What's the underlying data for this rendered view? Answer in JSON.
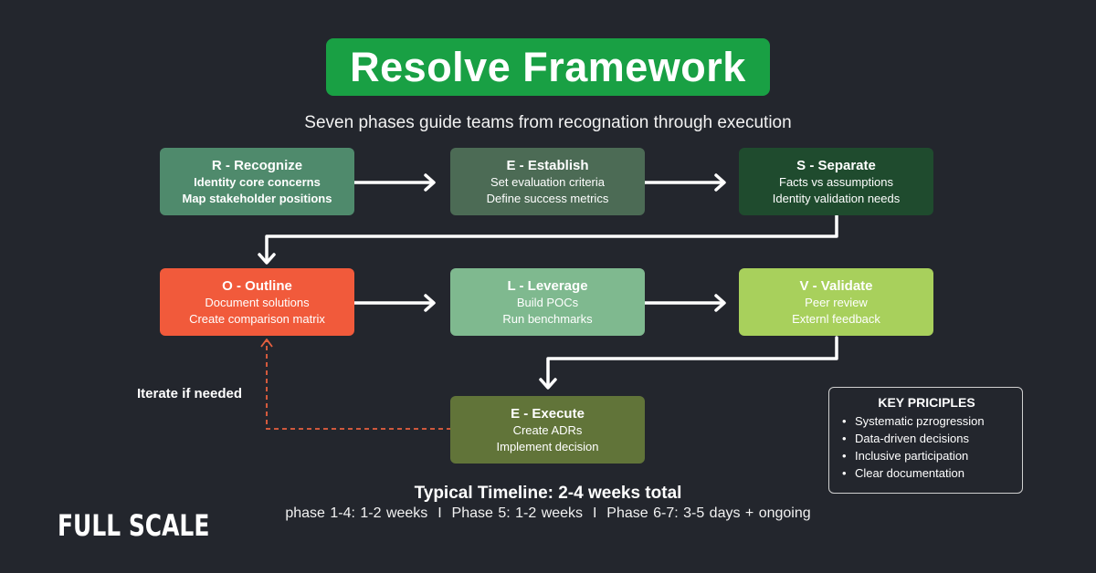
{
  "title": "Resolve Framework",
  "subtitle": "Seven phases guide teams from recognation through execution",
  "phases": [
    {
      "name": "R - Recognize",
      "lines": [
        "Identity core concerns",
        "Map stakeholder positions"
      ],
      "color": "#4f8a6c"
    },
    {
      "name": "E - Establish",
      "lines": [
        "Set evaluation criteria",
        "Define success metrics"
      ],
      "color": "#4c6b55"
    },
    {
      "name": "S - Separate",
      "lines": [
        "Facts vs assumptions",
        "Identity validation needs"
      ],
      "color": "#1f4b2e"
    },
    {
      "name": "O - Outline",
      "lines": [
        "Document solutions",
        "Create comparison matrix"
      ],
      "color": "#f15a3b"
    },
    {
      "name": "L - Leverage",
      "lines": [
        "Build POCs",
        "Run benchmarks"
      ],
      "color": "#7fb98f"
    },
    {
      "name": "V - Validate",
      "lines": [
        "Peer review",
        "Externl feedback"
      ],
      "color": "#a8d05c"
    },
    {
      "name": "E - Execute",
      "lines": [
        "Create ADRs",
        "Implement decision"
      ],
      "color": "#617439"
    }
  ],
  "iterate_label": "Iterate if needed",
  "key_principles": {
    "title": "KEY PRICIPLES",
    "items": [
      "Systematic pzrogression",
      "Data-driven decisions",
      "Inclusive participation",
      "Clear documentation"
    ]
  },
  "timeline": {
    "title": "Typical Timeline: 2-4 weeks total",
    "detail": "phase 1-4: 1-2 weeks  I  Phase 5: 1-2 weeks  I  Phase 6-7: 3-5 days + ongoing"
  },
  "logo": "FULL SCALE",
  "colors": {
    "background": "#23262d",
    "title_bg": "#19a044",
    "iterate_arrow": "#e8603f"
  }
}
